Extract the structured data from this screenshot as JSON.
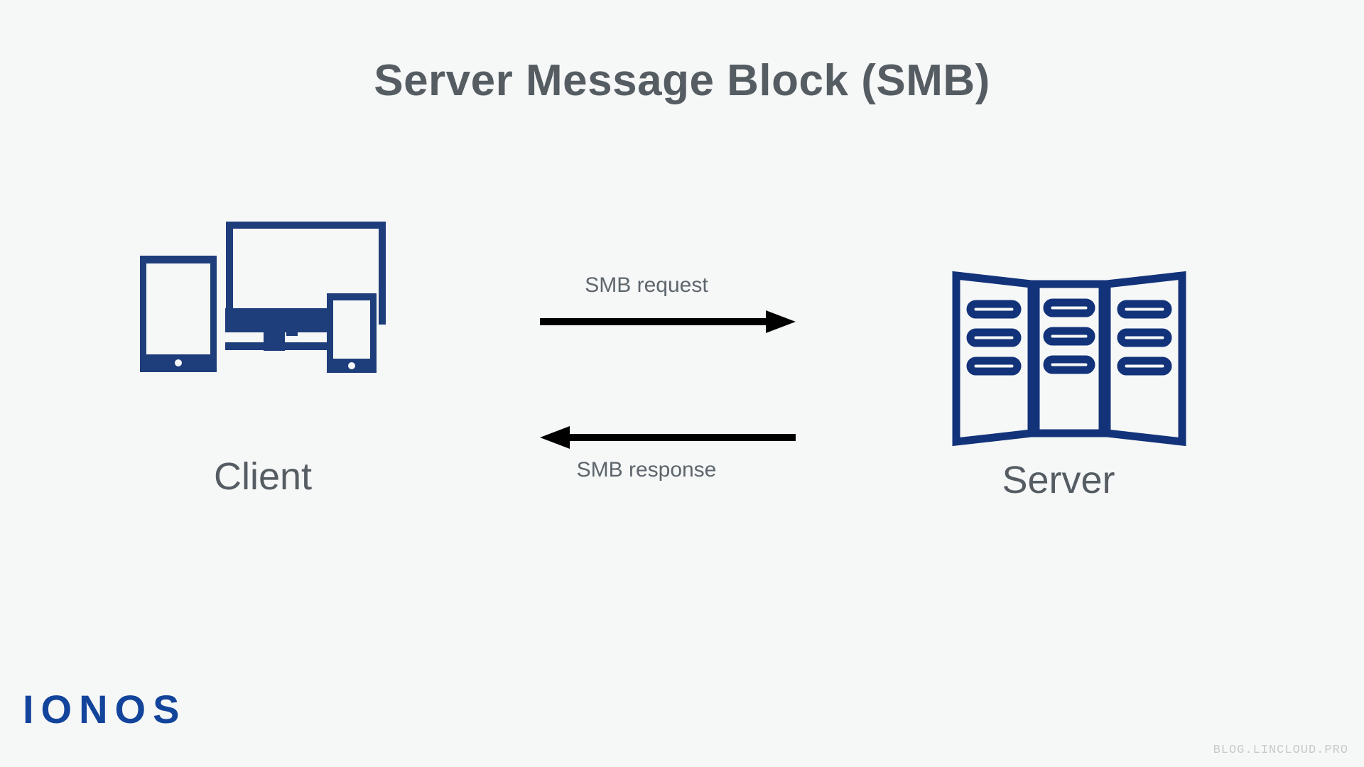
{
  "title": "Server Message Block (SMB)",
  "colors": {
    "background": "#f6f7f7",
    "title_gray": "#555d63",
    "icon_blue": "#1e3d7b",
    "server_blue": "#12337a",
    "brand_blue": "#12449b",
    "arrow_black": "#000000",
    "caption_gray": "#5d666c",
    "watermark_gray": "#c9c9c9"
  },
  "diagram": {
    "type": "sequence-flow",
    "nodes": [
      {
        "id": "client",
        "label": "Client",
        "icon": "client-devices-icon"
      },
      {
        "id": "server",
        "label": "Server",
        "icon": "server-rack-icon"
      }
    ],
    "flows": [
      {
        "id": "request",
        "label": "SMB request",
        "from": "client",
        "to": "server",
        "direction": "right"
      },
      {
        "id": "response",
        "label": "SMB response",
        "from": "server",
        "to": "client",
        "direction": "left"
      }
    ]
  },
  "branding": {
    "logo_text": "IONOS"
  },
  "watermark": {
    "text": "BLOG.LINCLOUD.PRO"
  }
}
